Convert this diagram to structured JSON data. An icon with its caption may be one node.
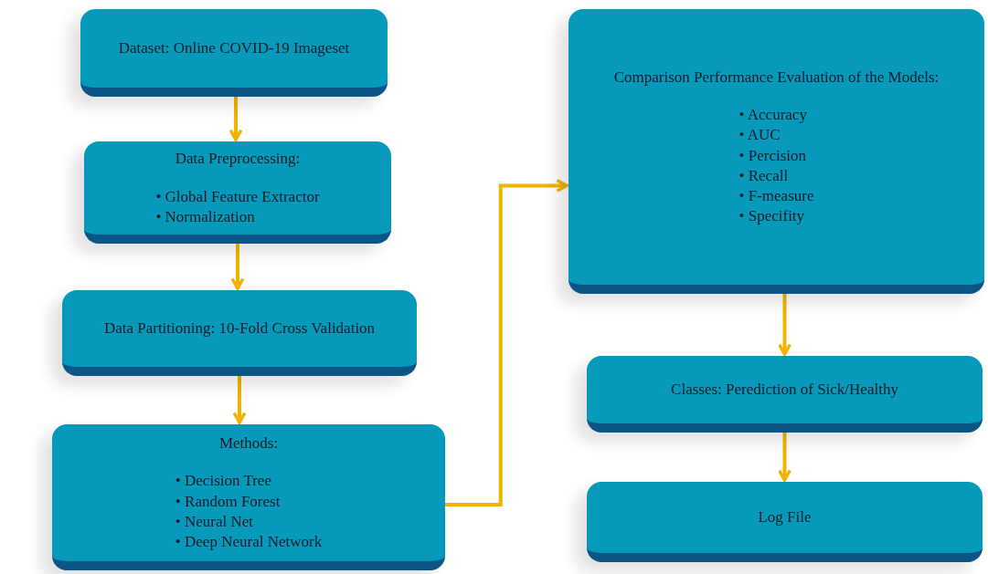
{
  "diagram": {
    "nodes": [
      {
        "text": [
          "Dataset: Online COVID-19 Imageset"
        ]
      },
      {
        "text": [
          "Data Preprocessing:",
          "• Global Feature Extractor",
          "• Normalization"
        ]
      },
      {
        "text": [
          "Data Partitioning: 10-Fold Cross Validation"
        ]
      },
      {
        "text": [
          "Methods:",
          "• Decision Tree",
          "• Random Forest",
          "• Neural Net",
          "• Deep Neural Network"
        ]
      },
      {
        "text": [
          "Comparison Performance Evaluation of the Models:",
          "• Accuracy",
          "• AUC",
          "• Percision",
          "• Recall",
          "• F-measure",
          "• Specifity"
        ]
      },
      {
        "text": [
          "Classes: Perediction of Sick/Healthy"
        ]
      },
      {
        "text": [
          "Log File"
        ]
      }
    ],
    "edges": [
      {
        "from": 0,
        "to": 1,
        "arrow": "to"
      },
      {
        "from": 1,
        "to": 2,
        "arrow": "to"
      },
      {
        "from": 2,
        "to": 3,
        "arrow": "to"
      },
      {
        "from": 3,
        "to": 4,
        "arrow": "to"
      },
      {
        "from": 4,
        "to": 5,
        "arrow": "to"
      },
      {
        "from": 5,
        "to": 6,
        "arrow": "to"
      }
    ]
  }
}
